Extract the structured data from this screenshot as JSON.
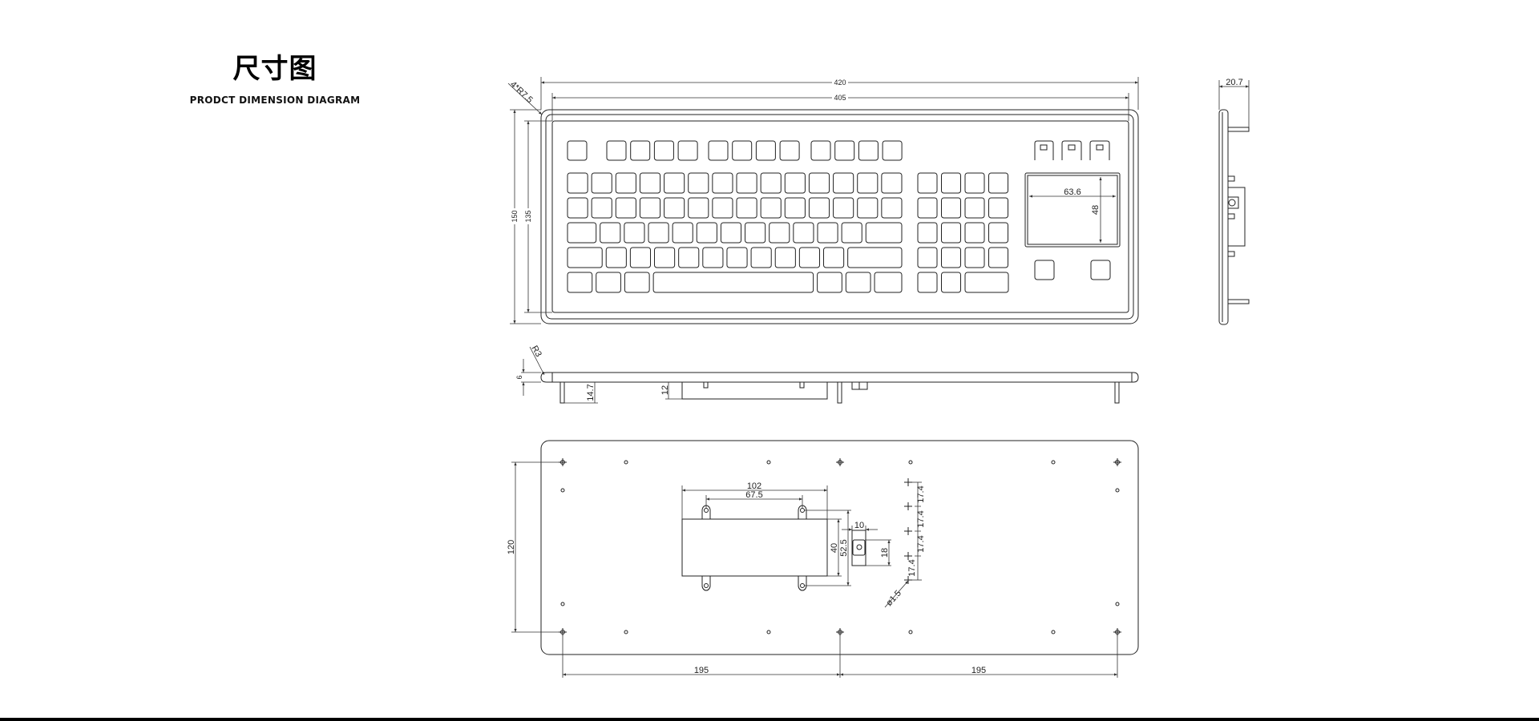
{
  "header": {
    "title": "尺寸图",
    "subtitle": "PRODCT  DIMENSION  DIAGRAM"
  },
  "top_view": {
    "overall_width": "420",
    "panel_width": "405",
    "overall_height": "150",
    "panel_height": "135",
    "corner_radius": "4*R7.5",
    "touchpad_width": "63.6",
    "touchpad_height": "48"
  },
  "side_view": {
    "depth": "20.7"
  },
  "front_view": {
    "edge_radius": "R3",
    "plate_thickness": "6",
    "post_height": "14.7",
    "box_height": "12"
  },
  "bottom_view": {
    "mount_spacing_v": "120",
    "mount_spacing_h_left": "195",
    "mount_spacing_h_right": "195",
    "bracket_width": "102",
    "bracket_hole_spacing": "67.5",
    "bracket_height": "40",
    "bracket_hole_height": "52.5",
    "connector_width": "10",
    "connector_height": "18",
    "pitch_labels": [
      "17.4",
      "17.4",
      "17.4",
      "17.4"
    ],
    "hole_diameter": "ø1.5"
  },
  "colors": {
    "line": "#222222",
    "background": "#ffffff",
    "footer_bar": "#000000"
  }
}
